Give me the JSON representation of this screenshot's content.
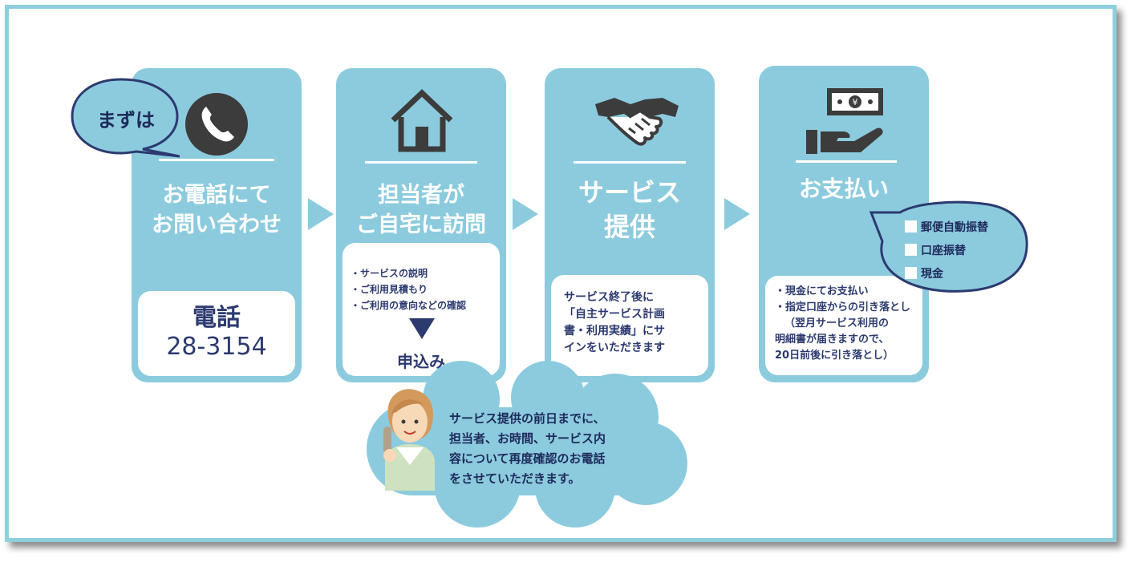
{
  "steps": [
    {
      "title": "お電話にて\nお問い合わせ",
      "bubble_label": "まずは",
      "phone_label": "電話",
      "phone_number": "28-3154"
    },
    {
      "title": "担当者が\nご自宅に訪問",
      "bullets": [
        "・サービスの説明",
        "・ご利用見積もり",
        "・ご利用の意向などの確認"
      ],
      "result": "申込み"
    },
    {
      "title": "サービス\n提供",
      "note": [
        "サービス終了後に",
        "「自主サービス計画",
        "書・利用実績」にサ",
        "インをいただきます"
      ]
    },
    {
      "title": "お支払い",
      "methods": [
        "郵便自動振替",
        "口座振替",
        "現金"
      ],
      "note": [
        "・現金にてお支払い",
        "・指定口座からの引き落とし",
        "（翌月サービス利用の",
        "明細書が届きますので、",
        "20日前後に引き落とし）"
      ]
    }
  ],
  "callout": {
    "lines": [
      "サービス提供の前日までに、",
      "担当者、お時間、サービス内",
      "容について再度確認のお電話",
      "をさせていただきます。"
    ]
  },
  "icons": {
    "step1": "phone-icon",
    "step2": "house-icon",
    "step3": "handshake-icon",
    "step4": "payment-icon",
    "callout": "staff-on-phone-icon"
  },
  "colors": {
    "card": "#8ccbde",
    "navy": "#2c3a70",
    "icon": "#3c3c3c",
    "frame": "#8ecfdc"
  }
}
